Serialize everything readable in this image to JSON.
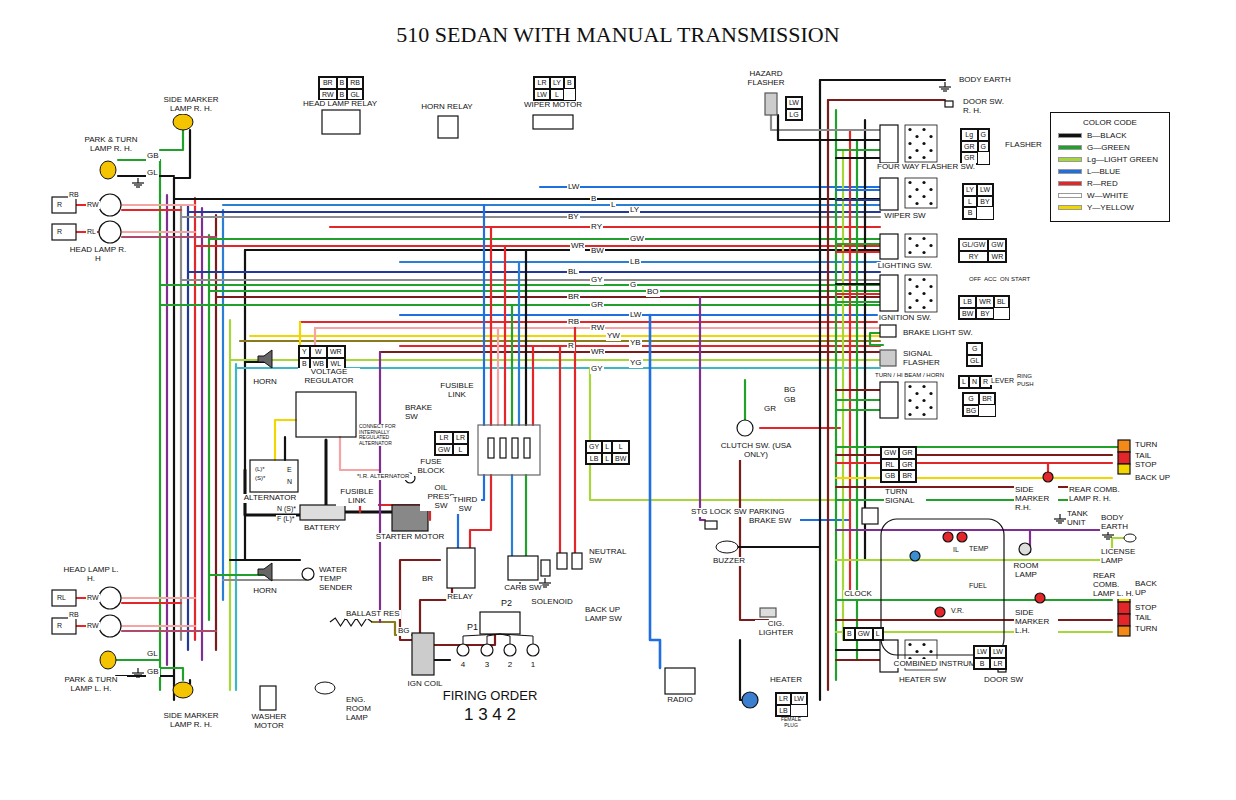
{
  "diagram": {
    "title": "510 SEDAN WITH MANUAL TRANSMISSION",
    "nodes": [
      {
        "text": [
          "BR",
          "B",
          "RB",
          "RW",
          "B",
          "GL"
        ]
      },
      {
        "text": [
          "LR",
          "LY",
          "B",
          "LW",
          "L"
        ]
      },
      {
        "text": [
          "LW",
          "LG"
        ]
      },
      {
        "text": [
          "COLOR CODE"
        ]
      },
      {
        "text": [
          "Lg",
          "G",
          "GR",
          "G",
          "GR"
        ]
      },
      {
        "text": [
          "LY",
          "LW",
          "L",
          "BY",
          "B"
        ]
      },
      {
        "text": [
          "GL/GW",
          "GW",
          "RY",
          "WR"
        ]
      },
      {
        "text": [
          "LB",
          "WR",
          "BL",
          "BW",
          "BY"
        ]
      },
      {
        "text": [
          "G",
          "GL"
        ]
      },
      {
        "text": [
          "Y",
          "W",
          "WR",
          "B",
          "WB",
          "WL"
        ]
      },
      {
        "text": [
          "L",
          "N",
          "R"
        ]
      },
      {
        "text": [
          "G",
          "BR",
          "BG"
        ]
      },
      {
        "text": [
          "LR",
          "LR",
          "GW",
          "L"
        ]
      },
      {
        "text": [
          "GY",
          "L",
          "L",
          "LB",
          "L",
          "BW"
        ]
      },
      {
        "text": [
          "GW",
          "GR",
          "RL",
          "GR",
          "GB",
          "BR"
        ]
      },
      {
        "text": [
          "COMBINED INSTRUMENT"
        ]
      },
      {
        "text": [
          "B",
          "GW",
          "L"
        ]
      },
      {
        "text": [
          "LW",
          "LW",
          "B",
          "LR"
        ]
      },
      {
        "text": [
          "LR",
          "LW",
          "LB"
        ]
      }
    ],
    "labels": [
      "SIDE MARKER LAMP R. H.",
      "PARK & TURN LAMP R. H.",
      "GB",
      "GL",
      "HEAD LAMP R. H",
      "HEAD LAMP RELAY",
      "HORN RELAY",
      "WIPER MOTOR",
      "HAZARD FLASHER",
      "BODY EARTH",
      "DOOR SW. R. H.",
      "FLASHER",
      "FOUR WAY FLASHER SW.",
      "WIPER SW",
      "LIGHTING SW.",
      "IGNITION SW.",
      "OFF",
      "ACC",
      "ON",
      "START",
      "BRAKE LIGHT SW.",
      "SIGNAL FLASHER",
      "TURN / HI BEAM / HORN",
      "LEVER",
      "RING",
      "PUSH",
      "HORN",
      "VOLTAGE REGULATOR",
      "FUSIBLE LINK",
      "BRAKE SW",
      "CONNECT FOR INTERNALLY REGULATED ALTERNATOR",
      "*I.R. ALTERNATOR",
      "(L)*",
      "(S)*",
      "E",
      "N",
      "ALTERNATOR",
      "N (S)*",
      "F (L)*",
      "FUSE BLOCK",
      "OIL PRESS SW",
      "FUSIBLE LINK",
      "BATTERY",
      "STARTER MOTOR",
      "THIRD SW",
      "NEUTRAL SW",
      "CARB SW",
      "SOLENOID",
      "BACK UP LAMP SW",
      "RELAY",
      "HORN",
      "WATER TEMP SENDER",
      "BALLAST RES",
      "BR",
      "BG",
      "P2",
      "P1",
      "IGN COIL",
      "4",
      "3",
      "2",
      "1",
      "FIRING ORDER",
      "1 3 4 2",
      "ENG. ROOM LAMP",
      "WASHER MOTOR",
      "SIDE MARKER LAMP R. H.",
      "PARK & TURN LAMP L. H.",
      "HEAD LAMP L. H.",
      "GL",
      "GB",
      "RADIO",
      "HEATER",
      "FEMALE PLUG",
      "CIG. LIGHTER",
      "CLOCK",
      "HEATER SW",
      "DOOR SW",
      "STG LOCK SW",
      "PARKING BRAKE SW",
      "BUZZER",
      "CLUTCH SW. (USA ONLY)",
      "TURN SIGNAL",
      "TANK UNIT",
      "ROOM LAMP",
      "BODY EARTH",
      "LICENSE LAMP",
      "REAR COMB. LAMP R. H.",
      "SIDE MARKER R.H.",
      "SIDE MARKER L.H.",
      "REAR COMB. LAMP L. H.",
      "TURN",
      "TAIL STOP",
      "BACK UP",
      "BACK UP",
      "STOP",
      "TAIL",
      "TURN",
      "IL",
      "TEMP",
      "FUEL",
      "V.R.",
      "LW",
      "B",
      "L",
      "LY",
      "BY",
      "RY",
      "GW",
      "WR",
      "BW",
      "LB",
      "BL",
      "GY",
      "G",
      "BO",
      "BR",
      "GR",
      "LW",
      "RB",
      "RW",
      "YW",
      "YB",
      "R",
      "WR",
      "YG",
      "GY",
      "BG",
      "GB",
      "GR",
      "R",
      "RB",
      "RW",
      "R",
      "RL",
      "RL",
      "RW",
      "RB",
      "R",
      "RW"
    ],
    "legend": [
      {
        "text": "B—BLACK",
        "color": "#111111"
      },
      {
        "text": "G—GREEN",
        "color": "#22a02c"
      },
      {
        "text": "Lg—LIGHT GREEN",
        "color": "#a6d63a"
      },
      {
        "text": "L—BLUE",
        "color": "#1f6fe0"
      },
      {
        "text": "R—RED",
        "color": "#e3262a"
      },
      {
        "text": "W—WHITE",
        "color": "#ffffff"
      },
      {
        "text": "Y—YELLOW",
        "color": "#f2d600"
      }
    ]
  }
}
